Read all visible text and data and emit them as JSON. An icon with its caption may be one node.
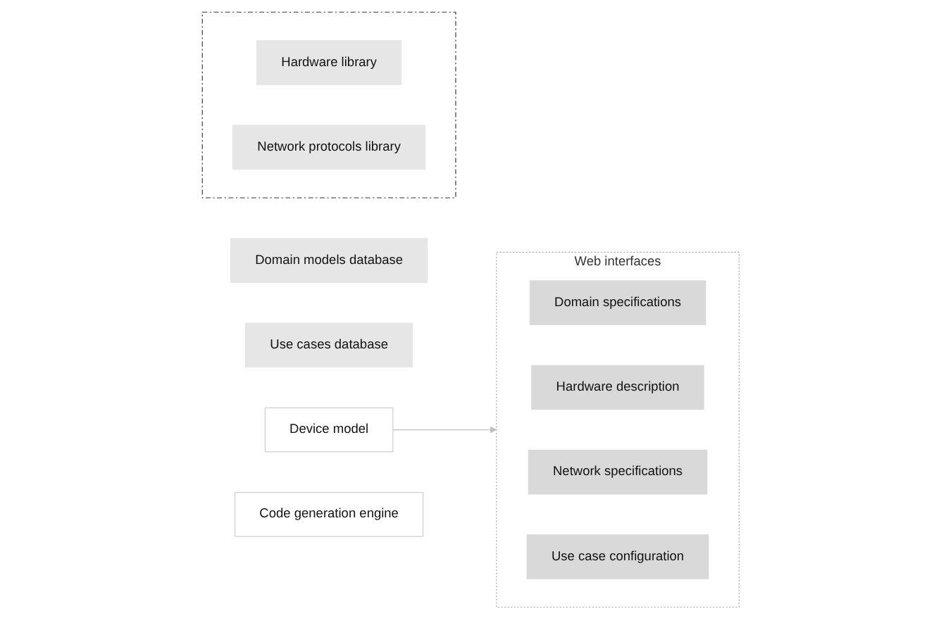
{
  "diagram": {
    "nodes": [
      {
        "text": [
          "Web interfaces"
        ]
      },
      {
        "text": [
          "Domain specifications"
        ],
        "in": 0
      },
      {
        "text": [
          "Hardware description"
        ],
        "in": 0
      },
      {
        "text": [
          "Network specifications"
        ],
        "in": 0
      },
      {
        "text": [
          "Use case configuration"
        ],
        "in": 0
      },
      {
        "text": [
          "Domain models database"
        ]
      },
      {
        "text": [],
        "shape": "box"
      },
      {
        "text": [
          "Hardware library"
        ],
        "in": 6
      },
      {
        "text": [
          "Network protocols library"
        ],
        "in": 6
      },
      {
        "text": [
          "Use cases database"
        ]
      },
      {
        "text": [
          "Device model"
        ]
      },
      {
        "text": [
          "Code generation engine"
        ]
      }
    ],
    "edges": [
      {
        "from": 10,
        "to": 0,
        "arrow": "to",
        "color": "#bfbfbf"
      }
    ]
  }
}
